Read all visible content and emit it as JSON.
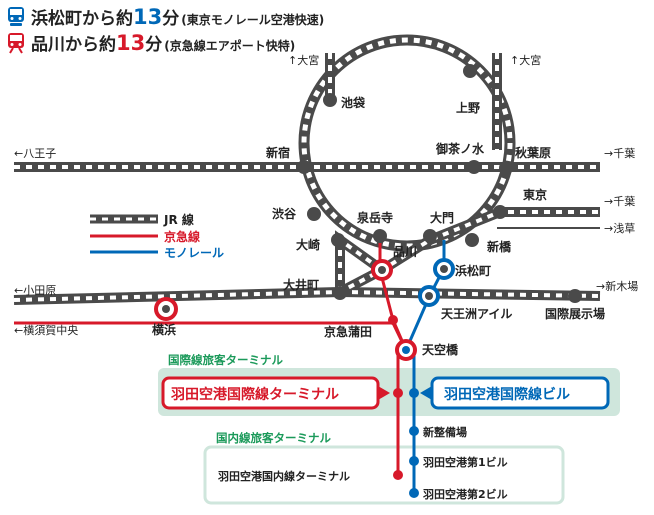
{
  "header": {
    "monorail": {
      "from": "浜松町から約",
      "minutes": "13",
      "unit": "分",
      "line": "(東京モノレール空港快速)"
    },
    "keikyu": {
      "from": "品川から約",
      "minutes": "13",
      "unit": "分",
      "line": "(京急線エアポート快特)"
    }
  },
  "legend": {
    "jr": "JR 線",
    "keikyu": "京急線",
    "monorail": "モノレール"
  },
  "stations": {
    "ikebukuro": "池袋",
    "ueno": "上野",
    "shinjuku": "新宿",
    "ochanomizu": "御茶ノ水",
    "akihabara": "秋葉原",
    "tokyo": "東京",
    "shibuya": "渋谷",
    "sengakuji": "泉岳寺",
    "daimon": "大門",
    "osaki": "大崎",
    "shinagawa": "品川",
    "shimbashi": "新橋",
    "hamamatsucho": "浜松町",
    "oimachi": "大井町",
    "yokohama": "横浜",
    "keikyu_kamata": "京急蒲田",
    "tennozu": "天王洲アイル",
    "kokusai_tenjijo": "国際展示場",
    "tenkubashi": "天空橋",
    "intl_terminal": "羽田空港国際線ターミナル",
    "intl_building": "羽田空港国際線ビル",
    "shin_seibijo": "新整備場",
    "domestic_terminal": "羽田空港国内線ターミナル",
    "t1": "羽田空港第1ビル",
    "t2": "羽田空港第2ビル"
  },
  "directions": {
    "omiya_left": "↑大宮",
    "omiya_right": "↑大宮",
    "hachioji": "←八王子",
    "chiba_1": "→千葉",
    "chiba_2": "→千葉",
    "asakusa": "→浅草",
    "odawara": "←小田原",
    "shinkiba": "→新木場",
    "yokosuka": "←横須賀中央"
  },
  "zones": {
    "international": "国際線旅客ターミナル",
    "domestic": "国内線旅客ターミナル"
  },
  "colors": {
    "jr": "#4a4a4a",
    "keikyu": "#d7192a",
    "monorail": "#0068b7",
    "zone_fill": "#cfe6dc",
    "zone_text": "#1b9a5a"
  },
  "icons": {
    "monorail": "monorail-train-icon",
    "keikyu": "keikyu-train-icon"
  }
}
